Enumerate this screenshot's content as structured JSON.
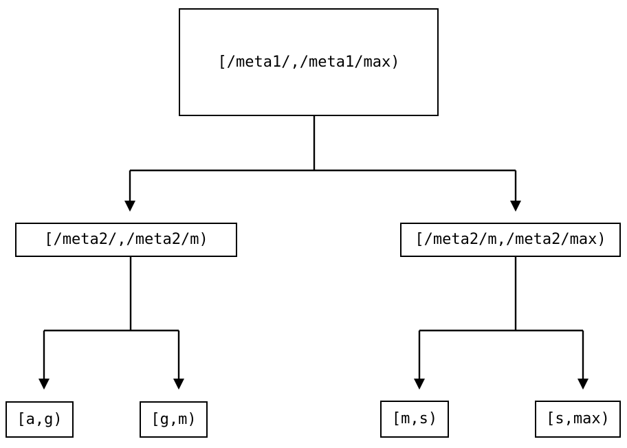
{
  "diagram": {
    "type": "tree",
    "description": "Two-level metadata table partition lookup tree",
    "colors": {
      "line": "#000000",
      "text": "#000000",
      "node_fill": "#ffffff",
      "background": "#ffffff"
    },
    "tree": {
      "root": {
        "label": "[/meta1/,/meta1/max)"
      },
      "children": [
        {
          "label": "[/meta2/,/meta2/m)",
          "children": [
            {
              "label": "[a,g)"
            },
            {
              "label": "[g,m)"
            }
          ]
        },
        {
          "label": "[/meta2/m,/meta2/max)",
          "children": [
            {
              "label": "[m,s)"
            },
            {
              "label": "[s,max)"
            }
          ]
        }
      ]
    }
  }
}
